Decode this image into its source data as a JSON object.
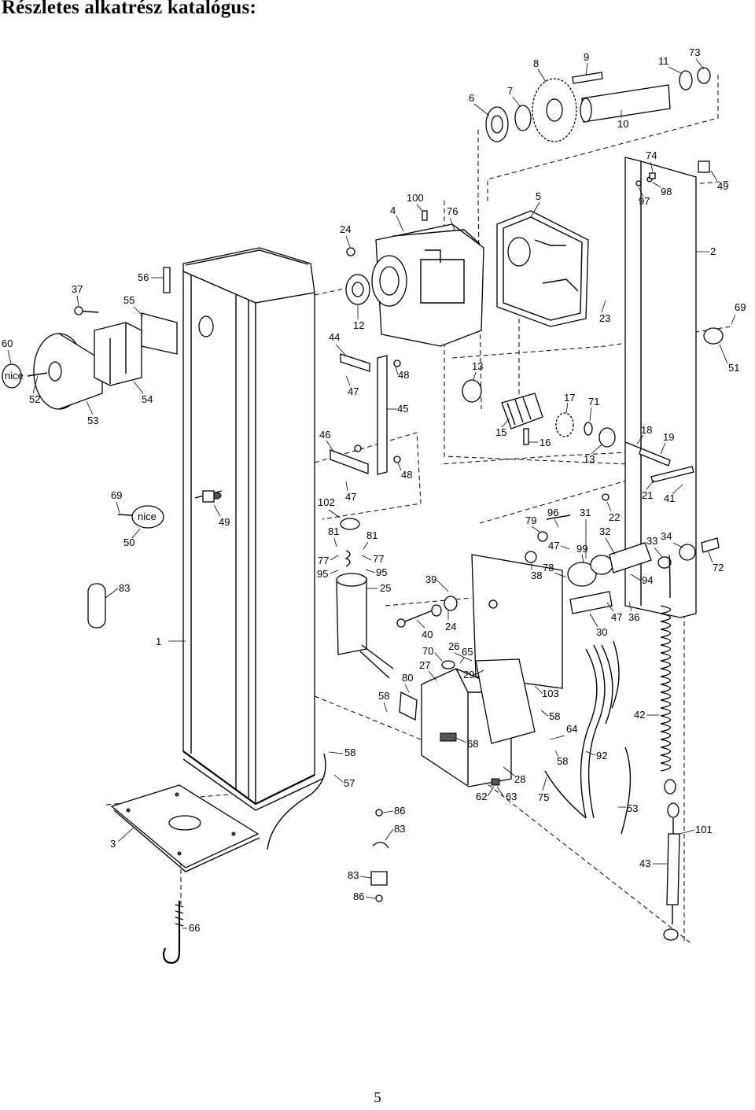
{
  "document": {
    "title": "Részletes alkatrész katalógus:",
    "page_number": "5"
  },
  "diagram": {
    "part_labels": [
      "1",
      "2",
      "3",
      "4",
      "5",
      "6",
      "7",
      "8",
      "9",
      "10",
      "11",
      "12",
      "13",
      "13",
      "15",
      "16",
      "17",
      "18",
      "19",
      "21",
      "22",
      "23",
      "24",
      "24",
      "25",
      "26",
      "27",
      "28",
      "29",
      "30",
      "31",
      "32",
      "33",
      "34",
      "36",
      "37",
      "38",
      "39",
      "40",
      "41",
      "42",
      "43",
      "44",
      "45",
      "46",
      "47",
      "47",
      "47",
      "47",
      "48",
      "48",
      "49",
      "49",
      "50",
      "51",
      "52",
      "53",
      "53",
      "54",
      "55",
      "56",
      "57",
      "58",
      "58",
      "58",
      "58",
      "60",
      "62",
      "63",
      "64",
      "65",
      "66",
      "68",
      "69",
      "69",
      "70",
      "71",
      "72",
      "73",
      "74",
      "75",
      "76",
      "77",
      "77",
      "78",
      "79",
      "80",
      "81",
      "81",
      "83",
      "83",
      "83",
      "86",
      "86",
      "92",
      "94",
      "95",
      "95",
      "96",
      "97",
      "98",
      "99",
      "100",
      "101",
      "102",
      "103"
    ],
    "brand_mark": "nice"
  }
}
